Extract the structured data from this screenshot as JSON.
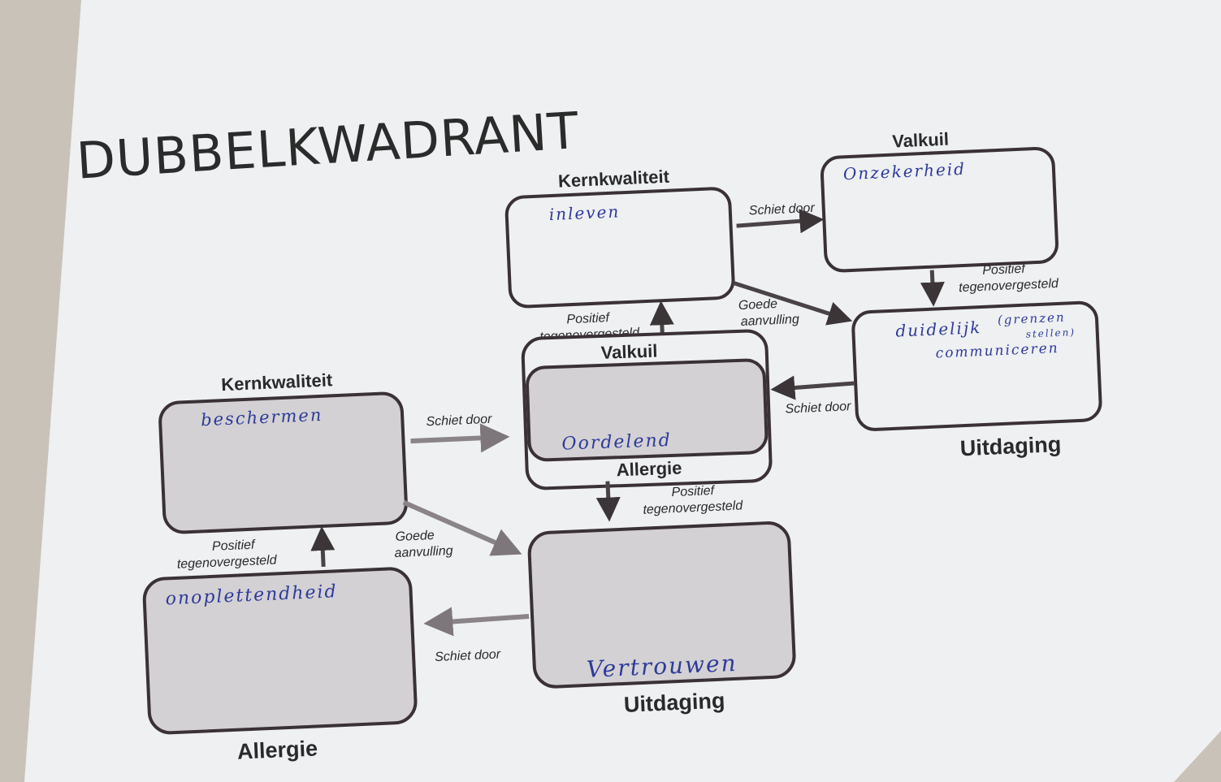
{
  "title": "DUBBELKWADRANT",
  "quadrant1": {
    "kernkwaliteit_label": "Kernkwaliteit",
    "kernkwaliteit_value": "inleven",
    "valkuil_label": "Valkuil",
    "valkuil_value": "Onzekerheid",
    "uitdaging_label": "Uitdaging",
    "uitdaging_value": "duidelijk (grenzen stellen) communiceren",
    "uitdaging_value_line1": "duidelijk",
    "uitdaging_value_aside1": "(grenzen",
    "uitdaging_value_aside2": "stellen)",
    "uitdaging_value_line2": "communiceren",
    "allergie_label": "Allergie",
    "allergie_value": "Oordelend",
    "schiet_door_top": "Schiet door",
    "schiet_door_right": "Schiet door",
    "goede_aanvulling_1": "Goede",
    "goede_aanvulling_2": "aanvulling",
    "positief_1a": "Positief",
    "positief_1b": "tegenovergesteld",
    "positief_2a": "Positief",
    "positief_2b": "tegenovergesteld"
  },
  "quadrant2": {
    "kernkwaliteit_label": "Kernkwaliteit",
    "kernkwaliteit_value": "beschermen",
    "valkuil_label": "Valkuil",
    "allergie_label": "Allergie",
    "allergie_value": "onoplettendheid",
    "uitdaging_label": "Uitdaging",
    "uitdaging_value": "Vertrouwen",
    "schiet_door_top": "Schiet door",
    "schiet_door_bottom": "Schiet door",
    "goede_aanvulling_1": "Goede",
    "goede_aanvulling_2": "aanvulling",
    "positief_1a": "Positief",
    "positief_1b": "tegenovergesteld",
    "positief_2a": "Positief",
    "positief_2b": "tegenovergesteld"
  },
  "colors": {
    "paper": "#eef0f2",
    "box_fill": "#d3d1d3",
    "ink": "#2e3a9a",
    "table": "#c9c2b8"
  }
}
